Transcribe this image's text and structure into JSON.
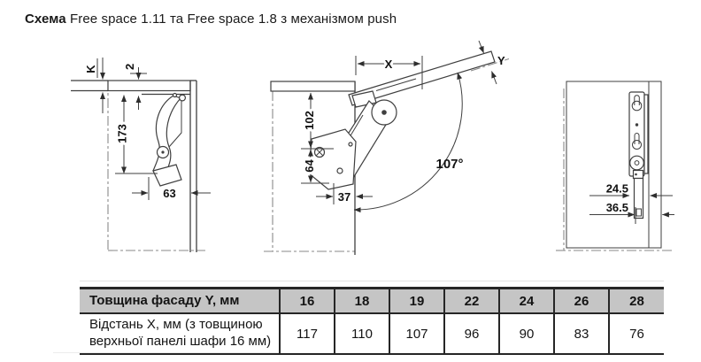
{
  "title": {
    "bold": "Схема",
    "rest": " Free space 1.11 та Free space 1.8 з механізмом push"
  },
  "diagrams": {
    "left": {
      "k": "K",
      "two": "2",
      "h173": "173",
      "w63": "63"
    },
    "middle": {
      "x": "X",
      "y": "Y",
      "h102": "102",
      "h64": "64",
      "w37": "37",
      "angle": "107°"
    },
    "right": {
      "d245": "24.5",
      "d365": "36.5"
    }
  },
  "table": {
    "header_label": "Товщина фасаду Y, мм",
    "header_values": [
      "16",
      "18",
      "19",
      "22",
      "24",
      "26",
      "28"
    ],
    "row_label": "Відстань X, мм (з товщиною верхньої панелі шафи 16 мм)",
    "row_values": [
      "117",
      "110",
      "107",
      "96",
      "90",
      "83",
      "76"
    ]
  },
  "colors": {
    "line": "#3f3f3f",
    "header_bg": "#c5c5c5",
    "border": "#262626"
  }
}
